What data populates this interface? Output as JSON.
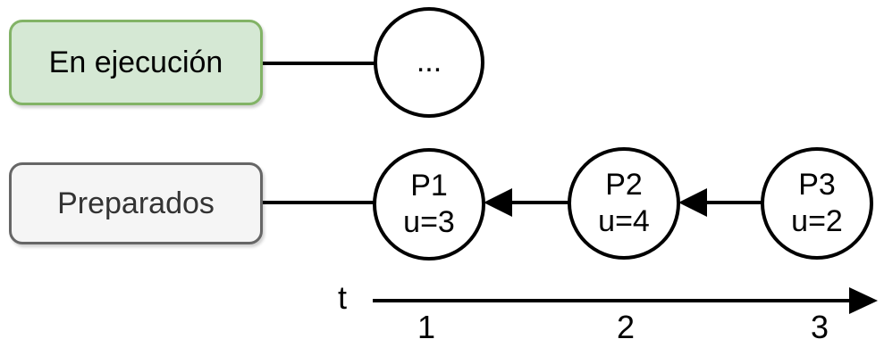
{
  "colors": {
    "background": "#ffffff",
    "running_fill": "#d5e8d4",
    "running_border": "#82b366",
    "running_text": "#000000",
    "ready_fill": "#f5f5f5",
    "ready_border": "#666666",
    "ready_text": "#333333",
    "node_fill": "#ffffff",
    "line": "#000000"
  },
  "running": {
    "label": "En ejecución",
    "node": {
      "label": "..."
    }
  },
  "ready": {
    "label": "Preparados",
    "queue": [
      {
        "id": "P1",
        "priority": "u=3"
      },
      {
        "id": "P2",
        "priority": "u=4"
      },
      {
        "id": "P3",
        "priority": "u=2"
      }
    ]
  },
  "timeline": {
    "axis_label": "t",
    "ticks": [
      "1",
      "2",
      "3"
    ]
  }
}
